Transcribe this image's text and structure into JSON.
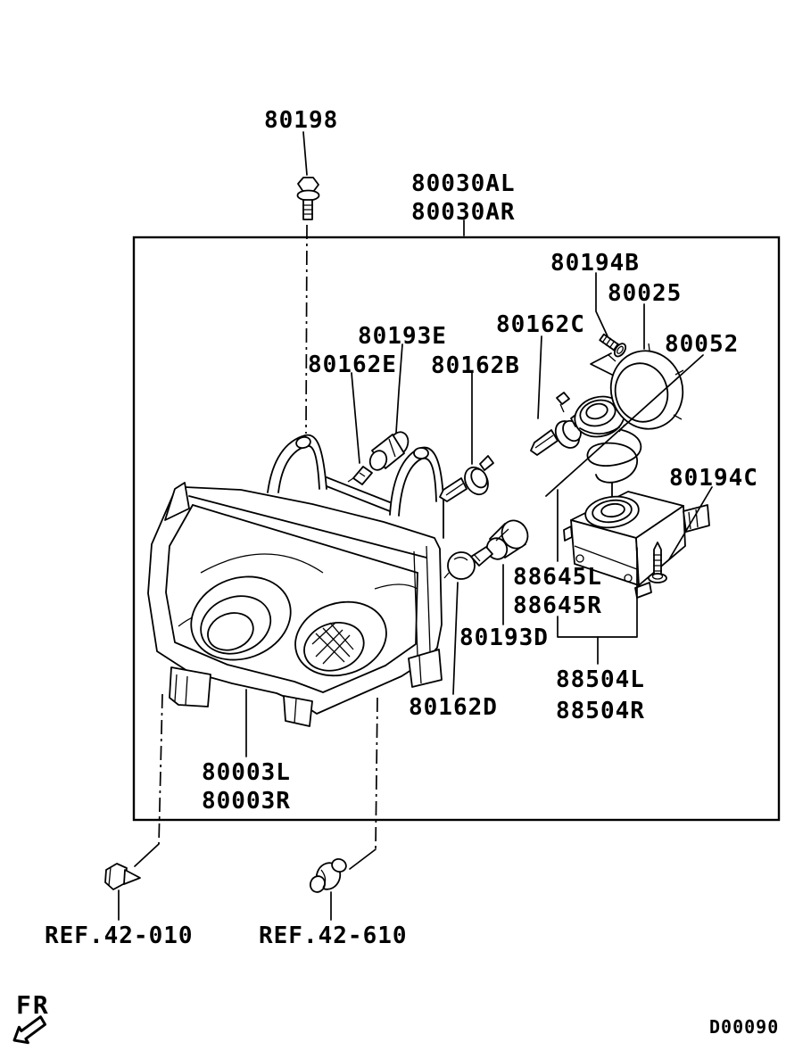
{
  "colors": {
    "ink": "#000000",
    "paper": "#ffffff"
  },
  "part_labels": {
    "bolt": "80198",
    "headlamp_unit_l": "80030AL",
    "headlamp_unit_r": "80030AR",
    "screw_b": "80194B",
    "cover": "80025",
    "ring": "80052",
    "bulb_hid": "80162C",
    "socket_e": "80193E",
    "bulb_e": "80162E",
    "bulb_b": "80162B",
    "screw_c": "80194C",
    "ballast_l": "88645L",
    "ballast_r": "88645R",
    "socket_d": "80193D",
    "bulb_d": "80162D",
    "kit_l": "88504L",
    "kit_r": "88504R",
    "housing_l": "80003L",
    "housing_r": "80003R"
  },
  "references": {
    "clip_ref": "REF.42-010",
    "grommet_ref": "REF.42-610"
  },
  "footer": {
    "front_marker": "FR",
    "diagram_code": "D00090"
  }
}
